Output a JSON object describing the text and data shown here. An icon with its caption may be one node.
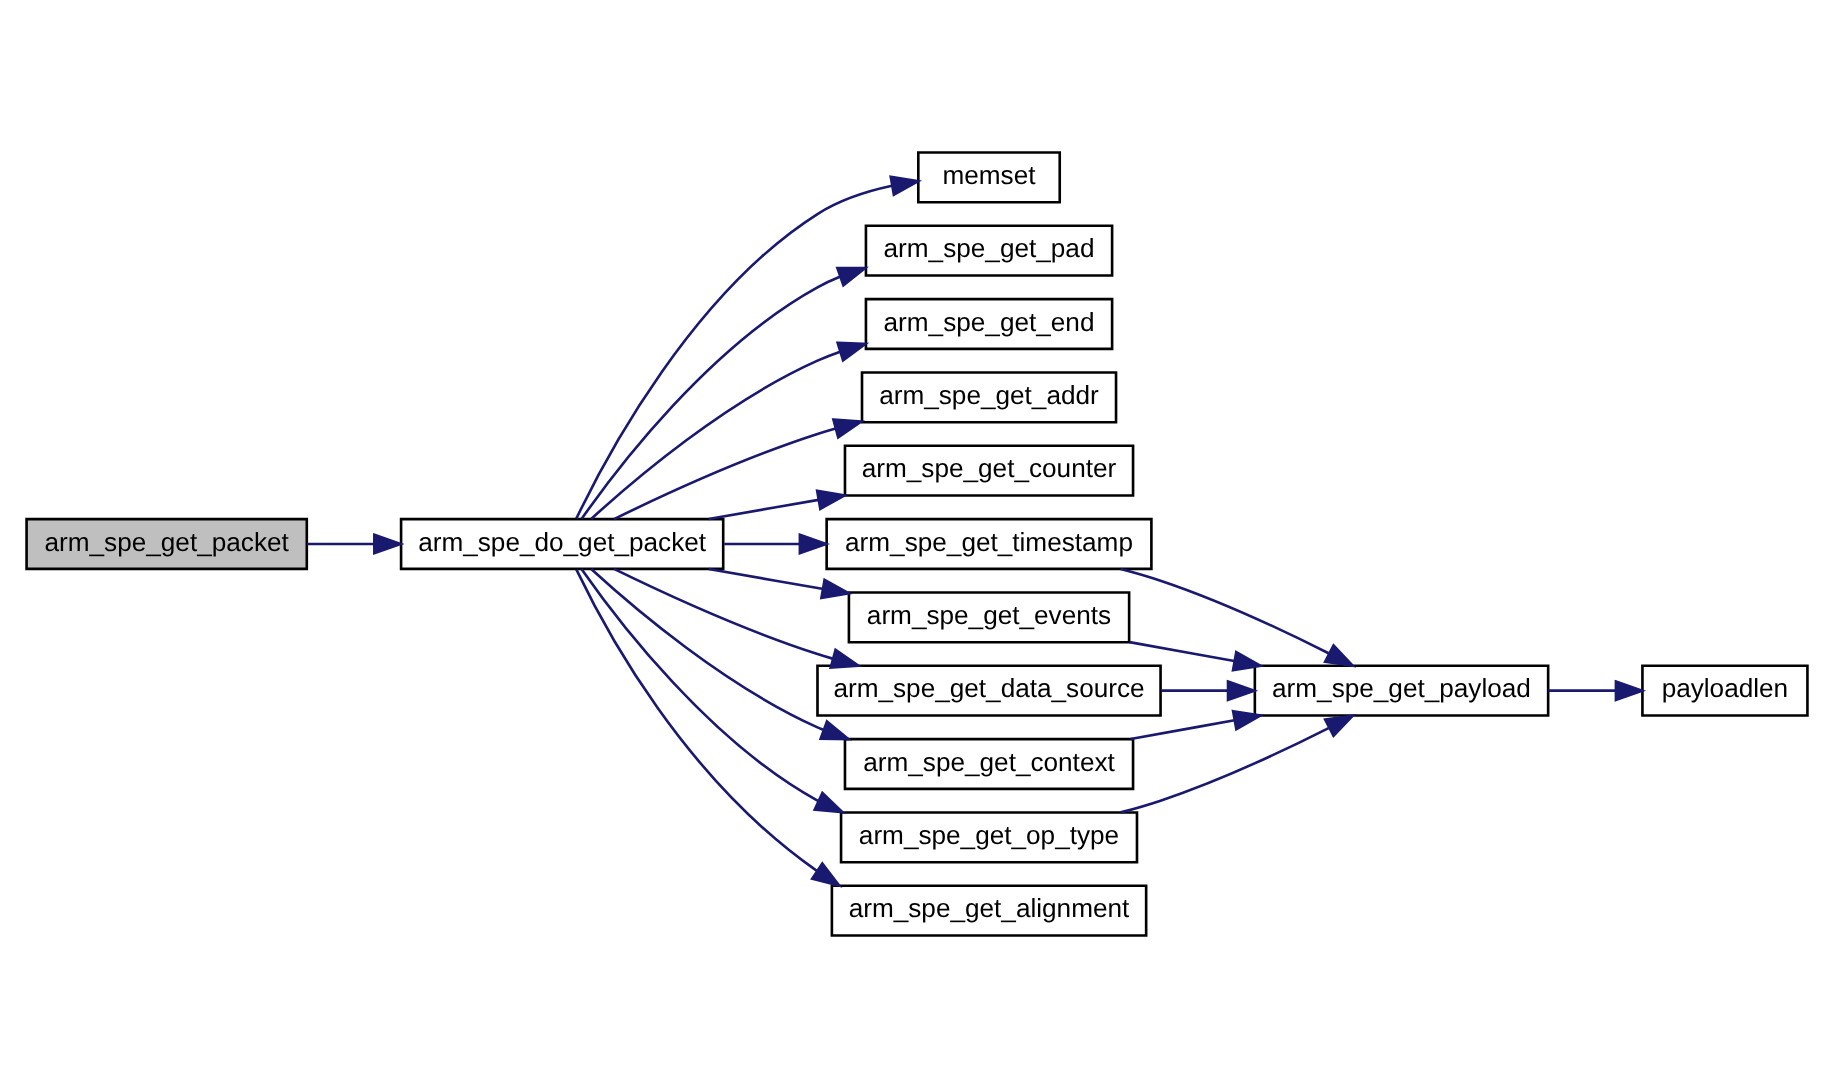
{
  "diagram": {
    "nodes": [
      {
        "text": [
          "arm_spe_get_packet"
        ]
      },
      {
        "text": [
          "arm_spe_do_get_packet"
        ]
      },
      {
        "text": [
          "memset"
        ]
      },
      {
        "text": [
          "arm_spe_get_pad"
        ]
      },
      {
        "text": [
          "arm_spe_get_end"
        ]
      },
      {
        "text": [
          "arm_spe_get_addr"
        ]
      },
      {
        "text": [
          "arm_spe_get_counter"
        ]
      },
      {
        "text": [
          "arm_spe_get_timestamp"
        ]
      },
      {
        "text": [
          "arm_spe_get_events"
        ]
      },
      {
        "text": [
          "arm_spe_get_data_source"
        ]
      },
      {
        "text": [
          "arm_spe_get_context"
        ]
      },
      {
        "text": [
          "arm_spe_get_op_type"
        ]
      },
      {
        "text": [
          "arm_spe_get_alignment"
        ]
      },
      {
        "text": [
          "arm_spe_get_payload"
        ]
      },
      {
        "text": [
          "payloadlen"
        ]
      }
    ],
    "edges": [
      {
        "from": 0,
        "to": 1,
        "arrow": "to"
      },
      {
        "from": 1,
        "to": 2,
        "arrow": "to"
      },
      {
        "from": 1,
        "to": 3,
        "arrow": "to"
      },
      {
        "from": 1,
        "to": 4,
        "arrow": "to"
      },
      {
        "from": 1,
        "to": 5,
        "arrow": "to"
      },
      {
        "from": 1,
        "to": 6,
        "arrow": "to"
      },
      {
        "from": 1,
        "to": 7,
        "arrow": "to"
      },
      {
        "from": 1,
        "to": 8,
        "arrow": "to"
      },
      {
        "from": 1,
        "to": 9,
        "arrow": "to"
      },
      {
        "from": 1,
        "to": 10,
        "arrow": "to"
      },
      {
        "from": 1,
        "to": 11,
        "arrow": "to"
      },
      {
        "from": 1,
        "to": 12,
        "arrow": "to"
      },
      {
        "from": 7,
        "to": 13,
        "arrow": "to"
      },
      {
        "from": 8,
        "to": 13,
        "arrow": "to"
      },
      {
        "from": 9,
        "to": 13,
        "arrow": "to"
      },
      {
        "from": 10,
        "to": 13,
        "arrow": "to"
      },
      {
        "from": 11,
        "to": 13,
        "arrow": "to"
      },
      {
        "from": 13,
        "to": 14,
        "arrow": "to"
      }
    ]
  }
}
